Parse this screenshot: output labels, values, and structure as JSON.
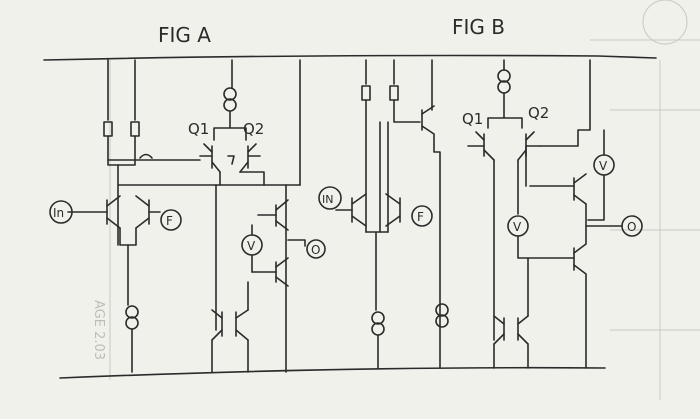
{
  "figures": {
    "a": {
      "title": "FIG A",
      "labels": {
        "in": "In",
        "f": "F",
        "q1": "Q1",
        "q2": "Q2",
        "v": "V",
        "o": "O"
      }
    },
    "b": {
      "title": "FIG B",
      "labels": {
        "in": "IN",
        "f": "F",
        "q1": "Q1",
        "q2": "Q2",
        "v_top": "V",
        "v_low": "V",
        "o": "O"
      }
    }
  }
}
